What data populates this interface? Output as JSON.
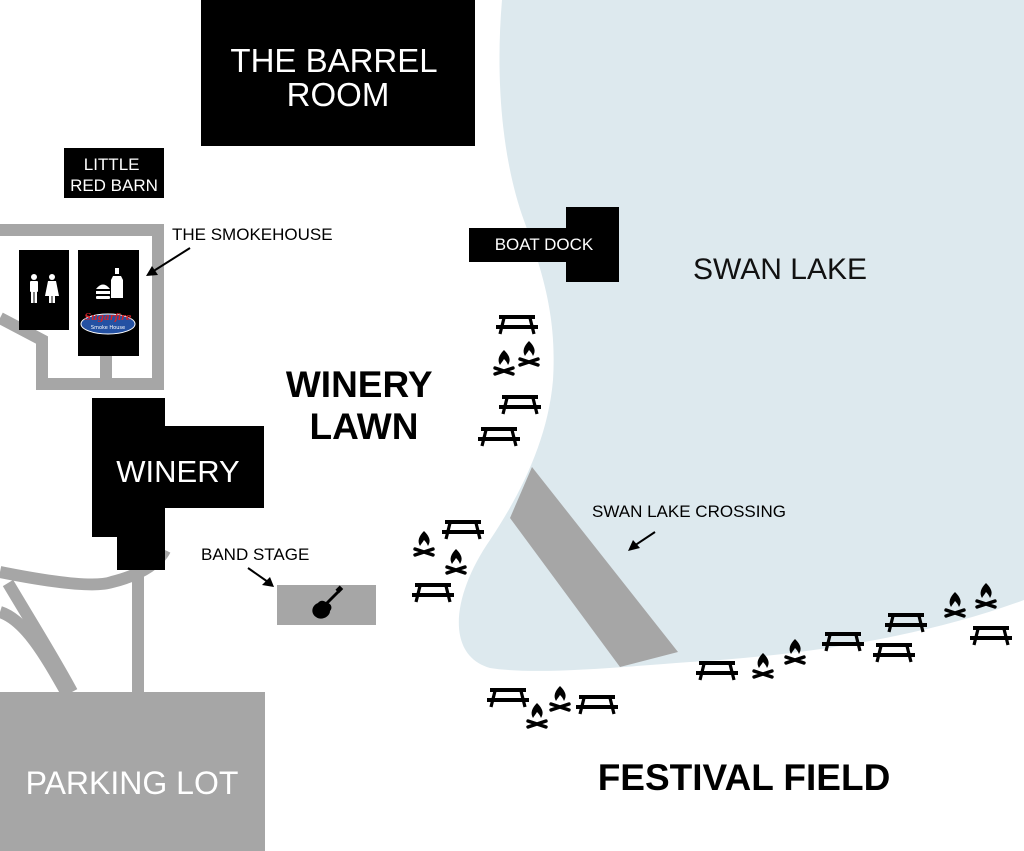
{
  "map": {
    "buildings": {
      "barrel_room": [
        "THE BARREL",
        "ROOM"
      ],
      "little_red_barn": [
        "LITTLE",
        "RED BARN"
      ],
      "boat_dock": "BOAT DOCK",
      "winery": "WINERY"
    },
    "callouts": {
      "smokehouse": "THE SMOKEHOUSE",
      "band_stage": "BAND STAGE",
      "swan_lake_crossing": "SWAN LAKE CROSSING"
    },
    "areas": {
      "swan_lake": "SWAN LAKE",
      "winery_lawn": [
        "WINERY",
        "LAWN"
      ],
      "festival_field": "FESTIVAL FIELD",
      "parking_lot": "PARKING LOT"
    },
    "smokehouse_logo": [
      "Sugarfire",
      "Smoke House"
    ],
    "icons": {
      "restroom": "restroom-icon",
      "food": "burger-bottle-icon",
      "stage": "guitar-icon",
      "picnic": "picnic-table-icon",
      "fire": "campfire-icon"
    },
    "colors": {
      "lake": "#dde9ee",
      "path": "#a6a6a6",
      "building": "#000000",
      "ground": "#ffffff",
      "logo_blue": "#2451a3",
      "logo_red": "#d2232a"
    }
  }
}
